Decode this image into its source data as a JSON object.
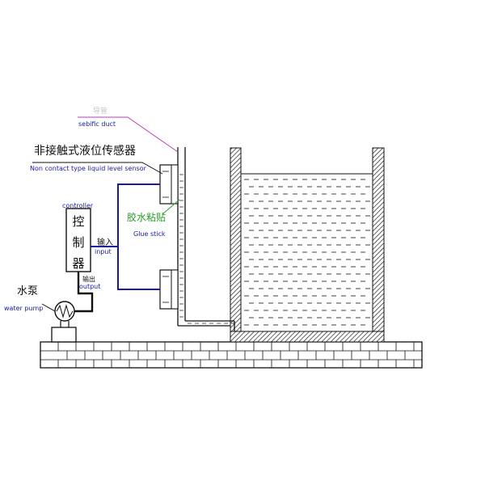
{
  "labels": {
    "duct_cn": "导管",
    "duct_en": "sebific duct",
    "sensor_cn": "非接触式液位传感器",
    "sensor_en": "Non contact type liquid level sensor",
    "controller_en": "controller",
    "controller_cn_1": "控",
    "controller_cn_2": "制",
    "controller_cn_3": "器",
    "input_cn": "输入",
    "input_en": "input",
    "output_cn": "输出",
    "output_en": "output",
    "glue_cn": "胶水粘贴",
    "glue_en": "Glue stick",
    "pump_cn": "水泵",
    "pump_en": "water pump"
  },
  "colors": {
    "wire": "#1a1aa0",
    "duct_leader": "#b040b0",
    "glue_leader": "#2a9a2a",
    "line": "#111111"
  }
}
